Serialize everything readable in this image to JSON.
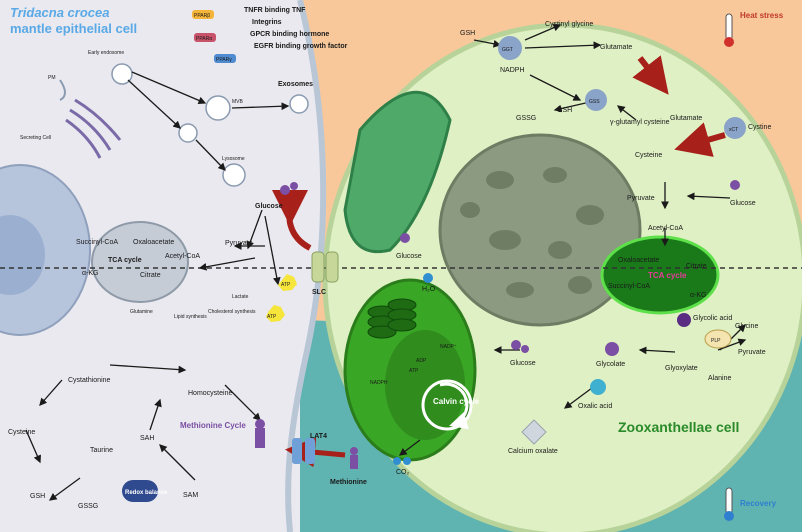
{
  "title": {
    "line1": "Tridacna crocea",
    "line2": "mantle epithelial cell"
  },
  "conditions": {
    "heat": "Heat stress",
    "recovery": "Recovery"
  },
  "receptors": [
    {
      "tag": "PPARβ",
      "text": "TNFR binding TNF"
    },
    {
      "tag": "",
      "text": "Integrins"
    },
    {
      "tag": "PPARα",
      "text": "GPCR binding hormone"
    },
    {
      "tag": "",
      "text": "EGFR binding growth factor"
    },
    {
      "tag": "PPARγ",
      "text": ""
    }
  ],
  "vesicles": {
    "pm": "PM",
    "early": "Early endosome",
    "mvb": "MVB",
    "exosomes": "Exosomes",
    "lysosome": "Lysosome",
    "secreting": "Secreting Cell"
  },
  "host_metab": {
    "glucose": "Glucose",
    "pyruvate": "Pyruvate",
    "acetylcoa": "Acetyl-CoA",
    "oxaloacetate": "Oxaloacetate",
    "succinyl": "Succinyl-CoA",
    "akg": "α-KG",
    "citrate": "Citrate",
    "tca": "TCA cycle",
    "glutamine": "Glutamine",
    "lipid": "Lipid synthesis",
    "chol": "Cholesterol synthesis",
    "lactate": "Lactate",
    "atp1": "ATP",
    "atp2": "ATP",
    "slc": "SLC"
  },
  "methionine": {
    "cystathionine": "Cystathionine",
    "homocysteine": "Homocysteine",
    "cysteine": "Cysteine",
    "taurine": "Taurine",
    "sah": "SAH",
    "sam": "SAM",
    "cycle": "Methionine Cycle",
    "gsh": "GSH",
    "gssg": "GSSG",
    "redox": "Redox balance",
    "lat4": "LAT4",
    "methionine": "Methionine"
  },
  "zoox": {
    "name": "Zooxanthellae cell",
    "gsh": "GSH",
    "ggt": "GGT",
    "cystinyl": "Cystinyl glycine",
    "glutamate": "Glutamate",
    "nadph": "NADPH",
    "gss": "GSS",
    "gssg": "GSSG",
    "gsh2": "GSH",
    "gglu": "γ-glutamyl cysteine",
    "glutamate2": "Glutamate",
    "xct": "xCT",
    "cystine": "Cystine",
    "cysteine": "Cysteine",
    "pyruvate": "Pyruvate",
    "glucose": "Glucose",
    "acetylcoa": "Acetyl-CoA",
    "oxaloacetate": "Oxaloacetate",
    "citrate": "Citrate",
    "tca": "TCA cycle",
    "succinyl": "Succinyl-CoA",
    "akg": "α-KG",
    "glycolic": "Glycolic acid",
    "glycine": "Glycine",
    "plp": "PLP",
    "pyruvate2": "Pyruvate",
    "glycolate": "Glycolate",
    "glyoxylate": "Glyoxylate",
    "alanine": "Alanine",
    "oxalic": "Oxalic acid",
    "caox": "Calcium oxalate",
    "h2o": "H₂O",
    "nadp": "NADP⁺",
    "adp": "ADP",
    "atp": "ATP",
    "nadph2": "NADPH",
    "calvin": "Calvin cycle",
    "co2": "CO₂",
    "glucose2": "Glucose",
    "glucose3": "Glucose"
  },
  "colors": {
    "host_bg": "#e9e9ef",
    "heat_bg": "#f8c89a",
    "recovery_bg": "#5fb3b0",
    "cell": "#dff0c4",
    "chloroplast": "#3aa625"
  }
}
